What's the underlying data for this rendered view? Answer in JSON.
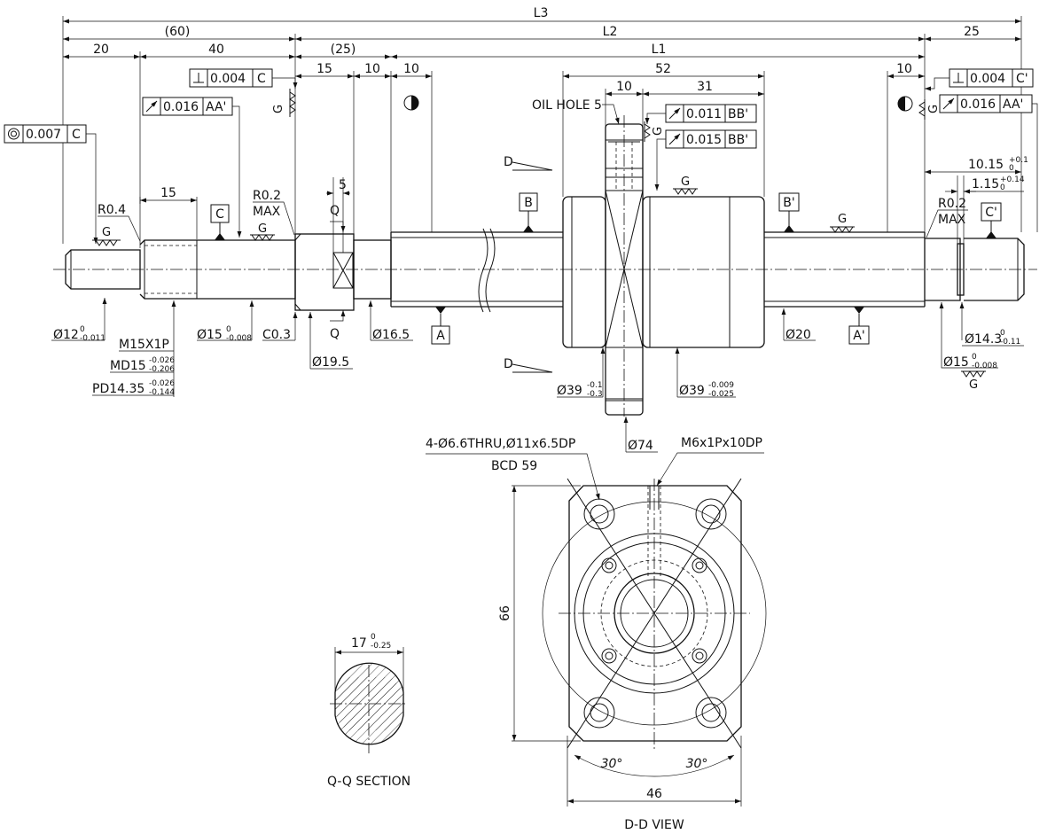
{
  "drawing": {
    "top_dims": {
      "l3": "L3",
      "l2": "L2",
      "l1": "L1",
      "d60": "(60)",
      "d25": "(25)",
      "d20": "20",
      "d40": "40",
      "d15a": "15",
      "d10a": "10",
      "d10b": "10",
      "d52": "52",
      "d10c": "10",
      "d31": "31",
      "d10d": "10",
      "d25r": "25",
      "d15b": "15",
      "d5": "5"
    },
    "tolerance_frames": {
      "conc_val": "0.007",
      "conc_ref": "C",
      "perp1_val": "0.004",
      "perp1_ref": "C",
      "run1_val": "0.016",
      "run1_ref": "AA'",
      "run2_val": "0.011",
      "run2_ref": "BB'",
      "run3_val": "0.015",
      "run3_ref": "BB'",
      "perp2_val": "0.004",
      "perp2_ref": "C'",
      "run4_val": "0.016",
      "run4_ref": "AA'"
    },
    "datums": {
      "a": "A",
      "a_prime": "A'",
      "b": "B",
      "b_prime": "B'",
      "c": "C",
      "c_prime": "C'"
    },
    "labels": {
      "oil_hole": "OIL HOLE 5",
      "r04": "R0.4",
      "r02_l1": "R0.2",
      "r02_l2": "MAX",
      "r02r_l1": "R0.2",
      "r02r_l2": "MAX",
      "g": "G",
      "q": "Q",
      "d": "D",
      "d1015": "10.15",
      "d1015_tol_up": "+0.1",
      "d1015_tol_lo": "0",
      "d115": "1.15",
      "d115_tol_up": "+0.14",
      "d115_tol_lo": "0"
    },
    "bottom_dims": {
      "dia12": "Ø12",
      "dia12_up": "0",
      "dia12_lo": "-0.011",
      "m15": "M15X1P",
      "md15": "MD15",
      "md15_up": "-0.026",
      "md15_lo": "-0.206",
      "pd": "PD14.35",
      "pd_up": "-0.026",
      "pd_lo": "-0.144",
      "dia15": "Ø15",
      "dia15_up": "0",
      "dia15_lo": "-0.008",
      "c03": "C0.3",
      "dia195": "Ø19.5",
      "dia165": "Ø16.5",
      "dia39a": "Ø39",
      "dia39a_up": "-0.1",
      "dia39a_lo": "-0.3",
      "dia39b": "Ø39",
      "dia39b_up": "-0.009",
      "dia39b_lo": "-0.025",
      "dia74": "Ø74",
      "dia20": "Ø20",
      "dia143": "Ø14.3",
      "dia143_up": "0",
      "dia143_lo": "-0.11",
      "dia15r": "Ø15",
      "dia15r_up": "0",
      "dia15r_lo": "-0.008"
    },
    "dd_view": {
      "holes": "4-Ø6.6THRU,Ø11x6.5DP",
      "bcd": "BCD 59",
      "tap": "M6x1Px10DP",
      "h66": "66",
      "w46": "46",
      "ang1": "30°",
      "ang2": "30°",
      "caption": "D-D VIEW"
    },
    "qq_section": {
      "width": "17",
      "width_up": "0",
      "width_lo": "-0.25",
      "caption": "Q-Q SECTION"
    }
  }
}
